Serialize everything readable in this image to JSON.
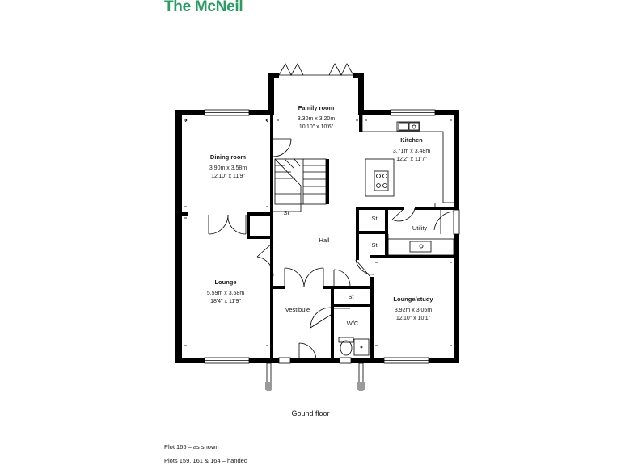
{
  "brand": "The McNeil",
  "rooms": {
    "family": {
      "name": "Family room",
      "metric": "3.30m x 3.20m",
      "imperial": "10'10\" x 10'6\""
    },
    "kitchen": {
      "name": "Kitchen",
      "metric": "3.71m x 3.48m",
      "imperial": "12'2\" x 11'7\""
    },
    "dining": {
      "name": "Dining room",
      "metric": "3.90m x 3.58m",
      "imperial": "12'10\" x 11'9\""
    },
    "lounge": {
      "name": "Lounge",
      "metric": "5.59m x 3.58m",
      "imperial": "18'4\" x 11'9\""
    },
    "hall": {
      "name": "Hall"
    },
    "utility": {
      "name": "Utility"
    },
    "vestibule": {
      "name": "Vestibule"
    },
    "wc": {
      "name": "W/C"
    },
    "study": {
      "name": "Lounge/study",
      "metric": "3.92m x 3.05m",
      "imperial": "12'10\" x 10'1\""
    }
  },
  "store_label": "St",
  "floor_label": "Gound floor",
  "notes": [
    "Plot 165 – as shown",
    "Plots 159, 161 & 164 – handed"
  ]
}
